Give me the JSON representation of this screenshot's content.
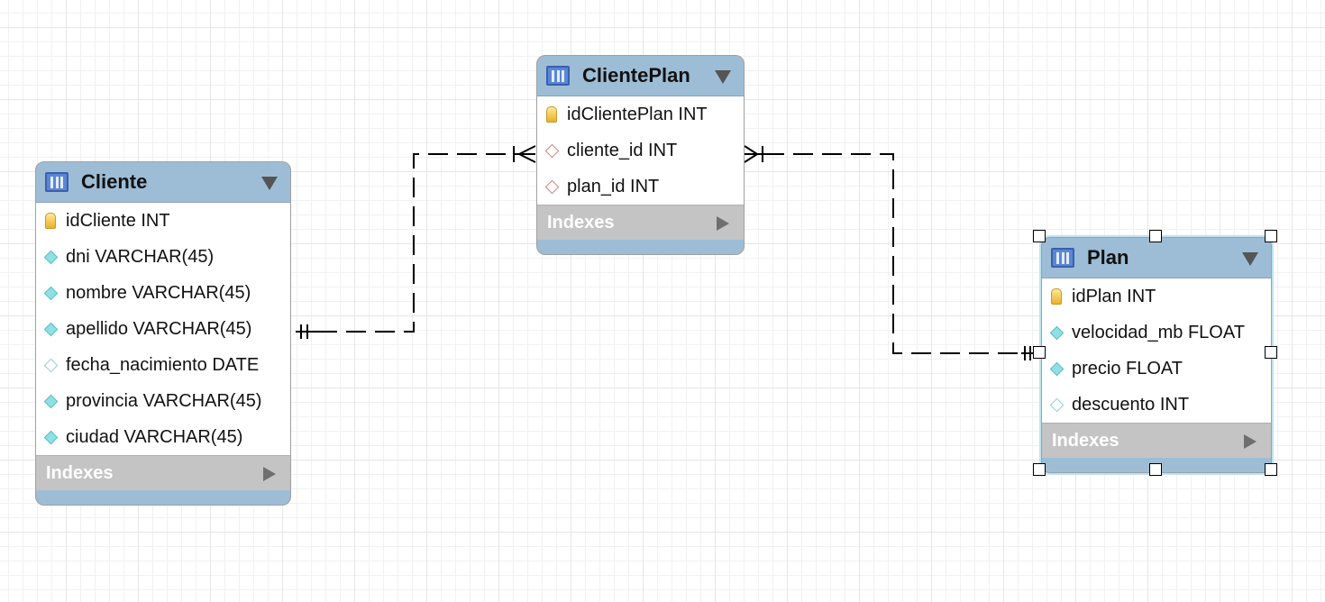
{
  "tables": {
    "cliente": {
      "name": "Cliente",
      "columns": [
        {
          "label": "idCliente INT",
          "icon": "primary-key-icon"
        },
        {
          "label": "dni VARCHAR(45)",
          "icon": "attribute-icon"
        },
        {
          "label": "nombre VARCHAR(45)",
          "icon": "attribute-icon"
        },
        {
          "label": "apellido VARCHAR(45)",
          "icon": "attribute-icon"
        },
        {
          "label": "fecha_nacimiento DATE",
          "icon": "nullable-attribute-icon"
        },
        {
          "label": "provincia VARCHAR(45)",
          "icon": "attribute-icon"
        },
        {
          "label": "ciudad VARCHAR(45)",
          "icon": "attribute-icon"
        }
      ],
      "indexes_label": "Indexes"
    },
    "clienteplan": {
      "name": "ClientePlan",
      "columns": [
        {
          "label": "idClientePlan INT",
          "icon": "primary-key-icon"
        },
        {
          "label": "cliente_id INT",
          "icon": "foreign-key-icon"
        },
        {
          "label": "plan_id INT",
          "icon": "foreign-key-icon"
        }
      ],
      "indexes_label": "Indexes"
    },
    "plan": {
      "name": "Plan",
      "selected": true,
      "columns": [
        {
          "label": "idPlan INT",
          "icon": "primary-key-icon"
        },
        {
          "label": "velocidad_mb FLOAT",
          "icon": "attribute-icon"
        },
        {
          "label": "precio FLOAT",
          "icon": "attribute-icon"
        },
        {
          "label": "descuento INT",
          "icon": "nullable-attribute-icon"
        }
      ],
      "indexes_label": "Indexes"
    }
  },
  "relationships": [
    {
      "from": "Cliente",
      "to": "ClientePlan",
      "from_cardinality": "one-and-only-one",
      "to_cardinality": "one-or-many",
      "style": "dashed"
    },
    {
      "from": "Plan",
      "to": "ClientePlan",
      "from_cardinality": "one-and-only-one",
      "to_cardinality": "one-or-many",
      "style": "dashed"
    }
  ],
  "colors": {
    "table_header": "#9dbdd6",
    "indexes_bar": "#c4c4c4",
    "selection_glow": "#bfe3f1"
  }
}
